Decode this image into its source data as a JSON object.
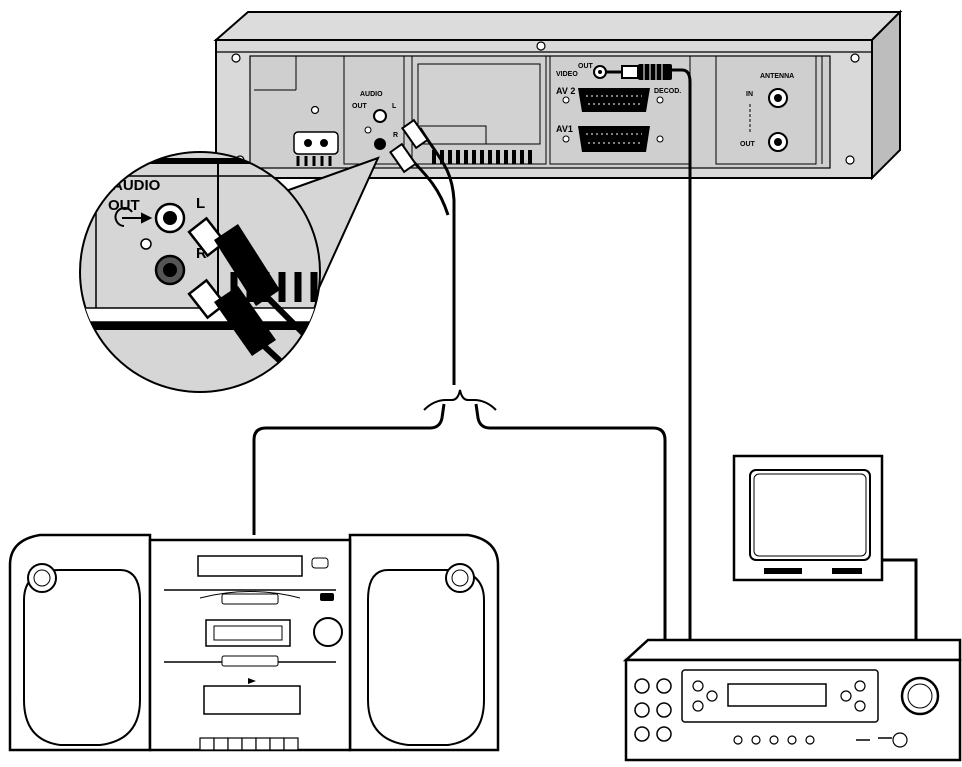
{
  "vcr": {
    "audio_label": "AUDIO",
    "audio_out_label": "OUT",
    "audio_left": "L",
    "audio_right": "R",
    "video_label": "VIDEO",
    "video_out_label": "OUT",
    "av2_label": "AV 2",
    "av1_label": "AV1",
    "decoder_label": "DECOD.",
    "antenna_label": "ANTENNA",
    "antenna_in_label": "IN",
    "antenna_out_label": "OUT"
  },
  "zoom_inset": {
    "audio_label": "AUDIO",
    "out_label": "OUT",
    "left_label": "L",
    "right_label": "R"
  }
}
